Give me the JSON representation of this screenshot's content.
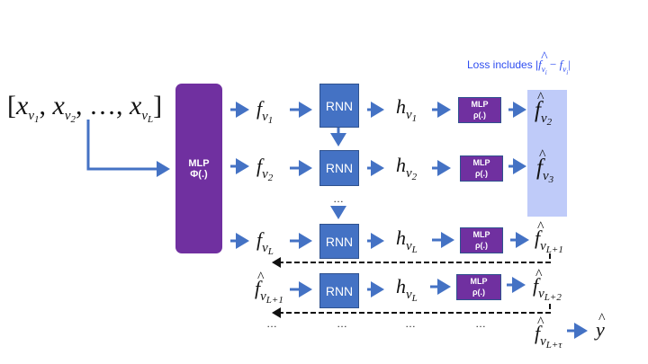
{
  "input": {
    "prefix": "[",
    "x": "x",
    "v": "v",
    "sub1": "1",
    "sub2": "2",
    "subL": "L",
    "sep": ", ",
    "ellipsis": "…",
    "suffix": "]"
  },
  "mlp_phi": {
    "line1": "MLP",
    "line2": "Φ(.)"
  },
  "rnn_label": "RNN",
  "mlp_rho": {
    "line1": "MLP",
    "line2": "ρ(.)"
  },
  "loss_note": "Loss includes |",
  "loss_math": {
    "f": "f",
    "v": "v",
    "i": "i",
    "minus": " − ",
    "end": "|"
  },
  "symbols": {
    "f": "f",
    "h": "h",
    "v": "v",
    "y": "y"
  },
  "subscripts": {
    "s1": "1",
    "s2": "2",
    "s3": "3",
    "L": "L",
    "L1": "L+1",
    "L2": "L+2",
    "Lt": "L+τ"
  },
  "ellipsis": "…",
  "colors": {
    "rnn": "#4472C4",
    "mlp": "#7030A0",
    "arrow": "#4472C4",
    "highlight": "#BFCBF9",
    "loss_text": "#2F4EF0"
  }
}
